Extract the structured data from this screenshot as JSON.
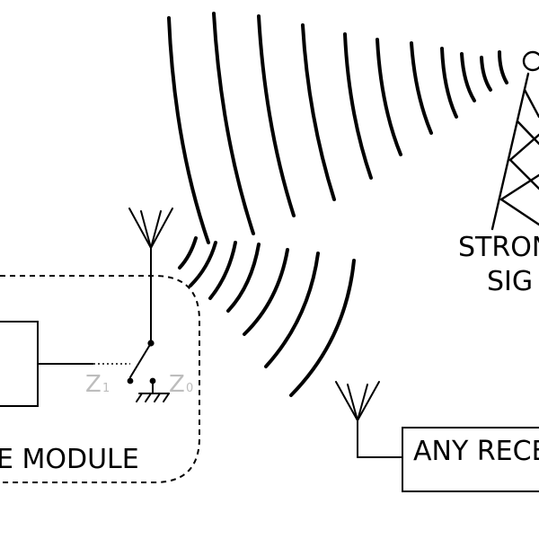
{
  "diagram": {
    "module_label": "E MODULE",
    "receiver_label": "ANY RECE",
    "tower_label_line1": "STRON",
    "tower_label_line2": "SIG",
    "z1_label": "Z",
    "z1_sub": "1",
    "z0_label": "Z",
    "z0_sub": "0",
    "colors": {
      "ink": "#000000",
      "faded": "#bdbdbd",
      "background": "#ffffff"
    }
  }
}
